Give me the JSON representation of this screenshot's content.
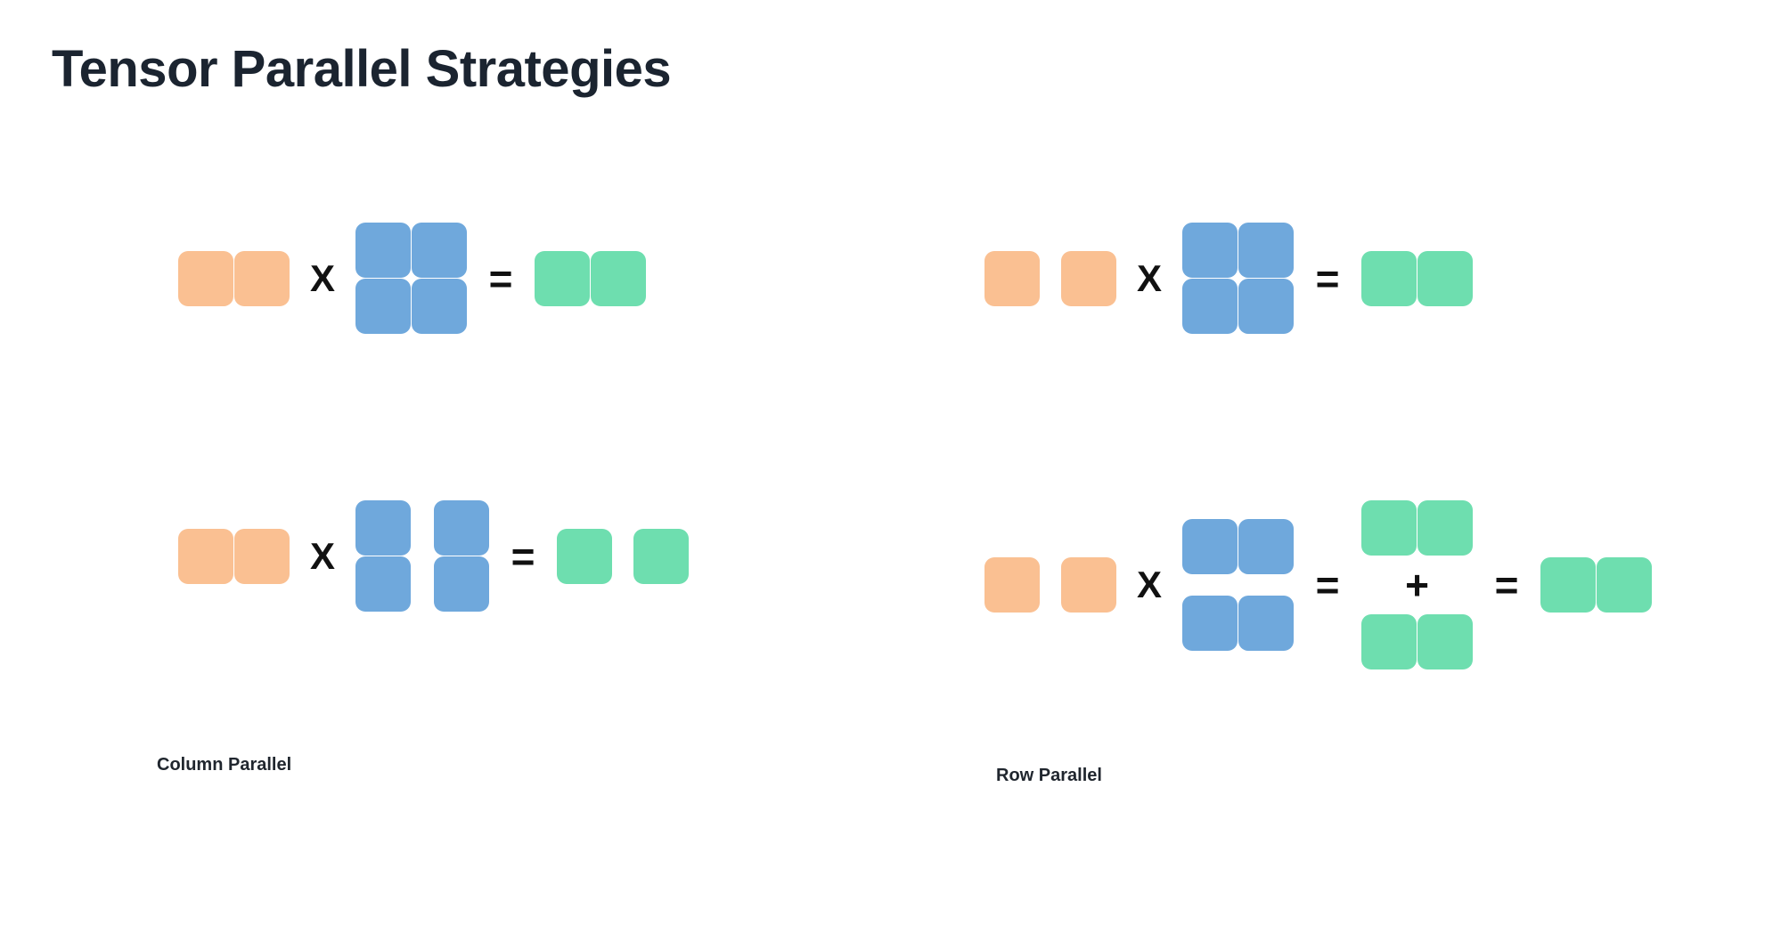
{
  "page": {
    "title": "Tensor Parallel Strategies",
    "background_color": "#ffffff"
  },
  "colors": {
    "input_orange": "#fac092",
    "weight_blue": "#6fa8dc",
    "output_green": "#6edeaf",
    "title_text": "#1b2430",
    "operator_text": "#111111",
    "label_text": "#20262e"
  },
  "operators": {
    "multiply": "X",
    "equals": "=",
    "plus": "+"
  },
  "panels": [
    {
      "id": "column-parallel",
      "label": "Column Parallel",
      "rows": [
        {
          "id": "column-parallel-unsharded",
          "terms": [
            {
              "kind": "matrix",
              "name": "input-activations",
              "color": "input_orange",
              "rows": 1,
              "cols": 2,
              "split": "none"
            },
            {
              "kind": "operator",
              "symbol": "X"
            },
            {
              "kind": "matrix",
              "name": "weight-matrix",
              "color": "weight_blue",
              "rows": 2,
              "cols": 2,
              "split": "none"
            },
            {
              "kind": "operator",
              "symbol": "="
            },
            {
              "kind": "matrix",
              "name": "output-activations",
              "color": "output_green",
              "rows": 1,
              "cols": 2,
              "split": "none"
            }
          ]
        },
        {
          "id": "column-parallel-sharded",
          "terms": [
            {
              "kind": "matrix",
              "name": "input-activations",
              "color": "input_orange",
              "rows": 1,
              "cols": 2,
              "split": "none"
            },
            {
              "kind": "operator",
              "symbol": "X"
            },
            {
              "kind": "matrix",
              "name": "weight-matrix-column-sharded",
              "color": "weight_blue",
              "rows": 2,
              "cols": 2,
              "split": "column"
            },
            {
              "kind": "operator",
              "symbol": "="
            },
            {
              "kind": "matrix",
              "name": "output-activations-column-sharded",
              "color": "output_green",
              "rows": 1,
              "cols": 2,
              "split": "column"
            }
          ]
        }
      ]
    },
    {
      "id": "row-parallel",
      "label": "Row Parallel",
      "rows": [
        {
          "id": "row-parallel-unsharded",
          "terms": [
            {
              "kind": "matrix",
              "name": "input-activations-column-sharded",
              "color": "input_orange",
              "rows": 1,
              "cols": 2,
              "split": "column"
            },
            {
              "kind": "operator",
              "symbol": "X"
            },
            {
              "kind": "matrix",
              "name": "weight-matrix",
              "color": "weight_blue",
              "rows": 2,
              "cols": 2,
              "split": "none"
            },
            {
              "kind": "operator",
              "symbol": "="
            },
            {
              "kind": "matrix",
              "name": "output-activations",
              "color": "output_green",
              "rows": 1,
              "cols": 2,
              "split": "none"
            }
          ]
        },
        {
          "id": "row-parallel-sharded",
          "terms": [
            {
              "kind": "matrix",
              "name": "input-activations-column-sharded",
              "color": "input_orange",
              "rows": 1,
              "cols": 2,
              "split": "column"
            },
            {
              "kind": "operator",
              "symbol": "X"
            },
            {
              "kind": "matrix",
              "name": "weight-matrix-row-sharded",
              "color": "weight_blue",
              "rows": 2,
              "cols": 2,
              "split": "row"
            },
            {
              "kind": "operator",
              "symbol": "="
            },
            {
              "kind": "stack",
              "name": "partial-sums",
              "items": [
                {
                  "kind": "matrix",
                  "name": "partial-sum-rank0",
                  "color": "output_green",
                  "rows": 1,
                  "cols": 2,
                  "split": "none"
                },
                {
                  "kind": "operator",
                  "symbol": "+"
                },
                {
                  "kind": "matrix",
                  "name": "partial-sum-rank1",
                  "color": "output_green",
                  "rows": 1,
                  "cols": 2,
                  "split": "none"
                }
              ]
            },
            {
              "kind": "operator",
              "symbol": "="
            },
            {
              "kind": "matrix",
              "name": "output-activations-all-reduced",
              "color": "output_green",
              "rows": 1,
              "cols": 2,
              "split": "none"
            }
          ]
        }
      ]
    }
  ]
}
